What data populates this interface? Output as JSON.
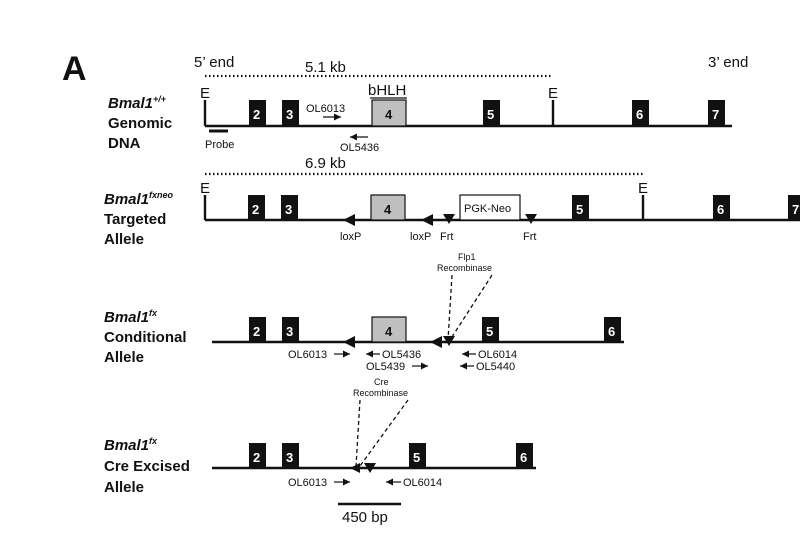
{
  "panel_label": "A",
  "ends": {
    "five_prime": "5’ end",
    "three_prime": "3’ end"
  },
  "kb_labels": [
    "5.1 kb",
    "6.9 kb"
  ],
  "domain_label": "bHLH",
  "rows": [
    {
      "gene": "Bmal1",
      "sup": "+/+",
      "line2": "Genomic",
      "line3": "DNA"
    },
    {
      "gene": "Bmal1",
      "sup": "fxneo",
      "line2": "Targeted",
      "line3": "Allele"
    },
    {
      "gene": "Bmal1",
      "sup": "fx",
      "line2": "Conditional",
      "line3": "Allele"
    },
    {
      "gene": "Bmal1",
      "sup": "fx",
      "line2": "Cre Excised",
      "line3": "Allele"
    }
  ],
  "exons": [
    "2",
    "3",
    "4",
    "5",
    "6",
    "7"
  ],
  "ecori": "E",
  "probe": "Probe",
  "cassette": "PGK-Neo",
  "sites": {
    "loxp": "loxP",
    "frt": "Frt"
  },
  "primers": [
    "OL6013",
    "OL5436",
    "OL5439",
    "OL6014",
    "OL5440"
  ],
  "enzymes": {
    "flp_line1": "Flp1",
    "flp_line2": "Recombinase",
    "cre_line1": "Cre",
    "cre_line2": "Recombinase"
  },
  "scale_bar": "450 bp",
  "colors": {
    "ink": "#111111",
    "exon_fill": "#111111",
    "exon4_fill": "#bfbfbf"
  }
}
